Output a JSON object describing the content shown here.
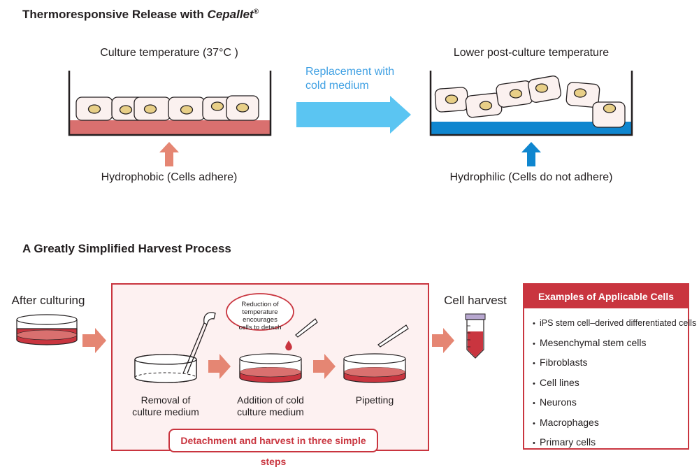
{
  "section1": {
    "title_prefix": "Thermoresponsive Release with ",
    "title_brand": "Cepallet",
    "title_mark": "®",
    "culture_temp": "Culture temperature (37°C )",
    "lower_temp": "Lower post-culture temperature",
    "replacement_line1": "Replacement with",
    "replacement_line2": "cold medium",
    "hydrophobic": "Hydrophobic (Cells adhere)",
    "hydrophilic": "Hydrophilic (Cells do not adhere)"
  },
  "section2": {
    "title": "A Greatly Simplified Harvest Process",
    "after_culturing": "After culturing",
    "step1_line1": "Removal of",
    "step1_line2": "culture medium",
    "step2_line1": "Addition of cold",
    "step2_line2": "culture medium",
    "step3": "Pipetting",
    "bubble_line1": "Reduction of",
    "bubble_line2": "temperature encourages",
    "bubble_line3": "cells to detach",
    "steps_label": "Detachment and harvest in three simple steps",
    "cell_harvest": "Cell harvest"
  },
  "examples": {
    "title": "Examples of Applicable Cells",
    "items": [
      "iPS stem cell–derived differentiated cells",
      "Mesenchymal stem cells",
      "Fibroblasts",
      "Cell lines",
      "Neurons",
      "Macrophages",
      "Primary cells"
    ]
  },
  "colors": {
    "red": "#c9353f",
    "pink_layer": "#d9706f",
    "blue_layer": "#0f86cf",
    "blue_arrow": "#5bc5f2",
    "salmon_arrow": "#e58673",
    "cell_fill": "#fbf1ef",
    "nucleus": "#e8cf87"
  }
}
